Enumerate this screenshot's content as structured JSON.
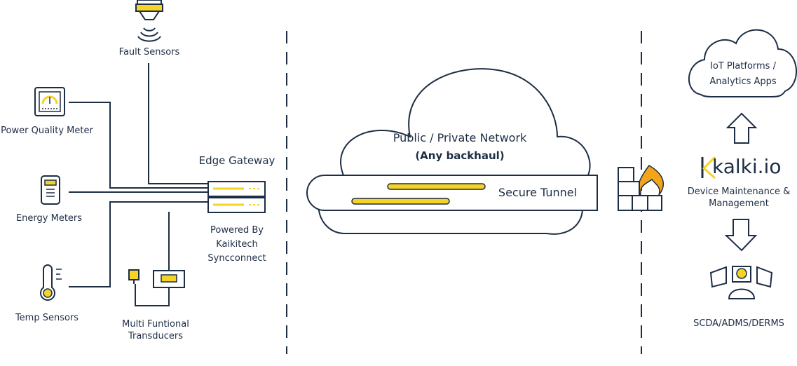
{
  "devices": {
    "fault_sensors": "Fault Sensors",
    "power_quality_meter": "Power Quality Meter",
    "energy_meters": "Energy Meters",
    "temp_sensors": "Temp Sensors",
    "transducers_line1": "Multi Funtional",
    "transducers_line2": "Transducers"
  },
  "gateway": {
    "title": "Edge Gateway",
    "powered_line1": "Powered By",
    "powered_line2": "Kaikitech",
    "powered_line3": "Syncconnect"
  },
  "network": {
    "title": "Public / Private Network",
    "subtitle": "(Any backhaul)",
    "tunnel": "Secure Tunnel"
  },
  "platform": {
    "cloud_line1": "IoT Platforms /",
    "cloud_line2": "Analytics Apps",
    "brand": "kalki.io",
    "maint_line1": "Device Maintenance &",
    "maint_line2": "Management",
    "scada": "SCDA/ADMS/DERMS"
  },
  "colors": {
    "navy": "#1d2e44",
    "accent_yellow": "#f5d327",
    "fire_orange": "#f2a51a",
    "background": "#ffffff"
  }
}
